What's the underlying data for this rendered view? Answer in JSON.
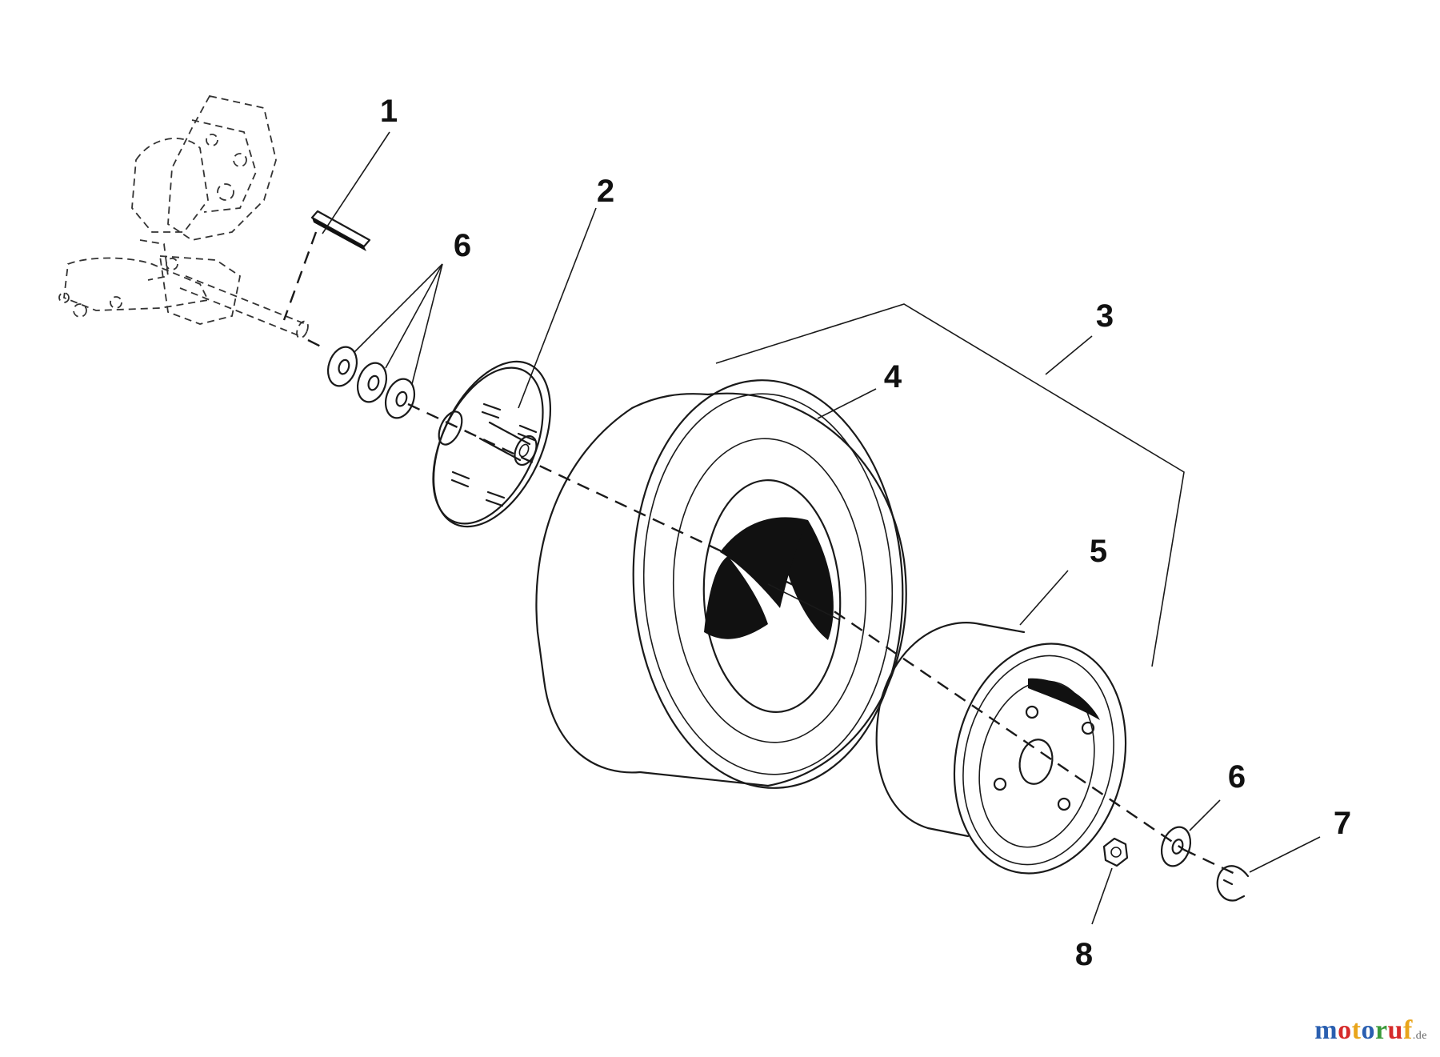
{
  "callouts": [
    {
      "id": "1",
      "label": "1"
    },
    {
      "id": "2",
      "label": "2"
    },
    {
      "id": "3",
      "label": "3"
    },
    {
      "id": "4",
      "label": "4"
    },
    {
      "id": "5",
      "label": "5"
    },
    {
      "id": "6a",
      "label": "6"
    },
    {
      "id": "6b",
      "label": "6"
    },
    {
      "id": "7",
      "label": "7"
    },
    {
      "id": "8",
      "label": "8"
    }
  ],
  "watermark": {
    "letters": [
      {
        "ch": "m",
        "color": "#2a5fb0"
      },
      {
        "ch": "o",
        "color": "#d62a2a"
      },
      {
        "ch": "t",
        "color": "#e9a51b"
      },
      {
        "ch": "o",
        "color": "#2a5fb0"
      },
      {
        "ch": "r",
        "color": "#3a9a3a"
      },
      {
        "ch": "u",
        "color": "#d62a2a"
      },
      {
        "ch": "f",
        "color": "#e9a51b"
      }
    ],
    "tld": ".de"
  }
}
